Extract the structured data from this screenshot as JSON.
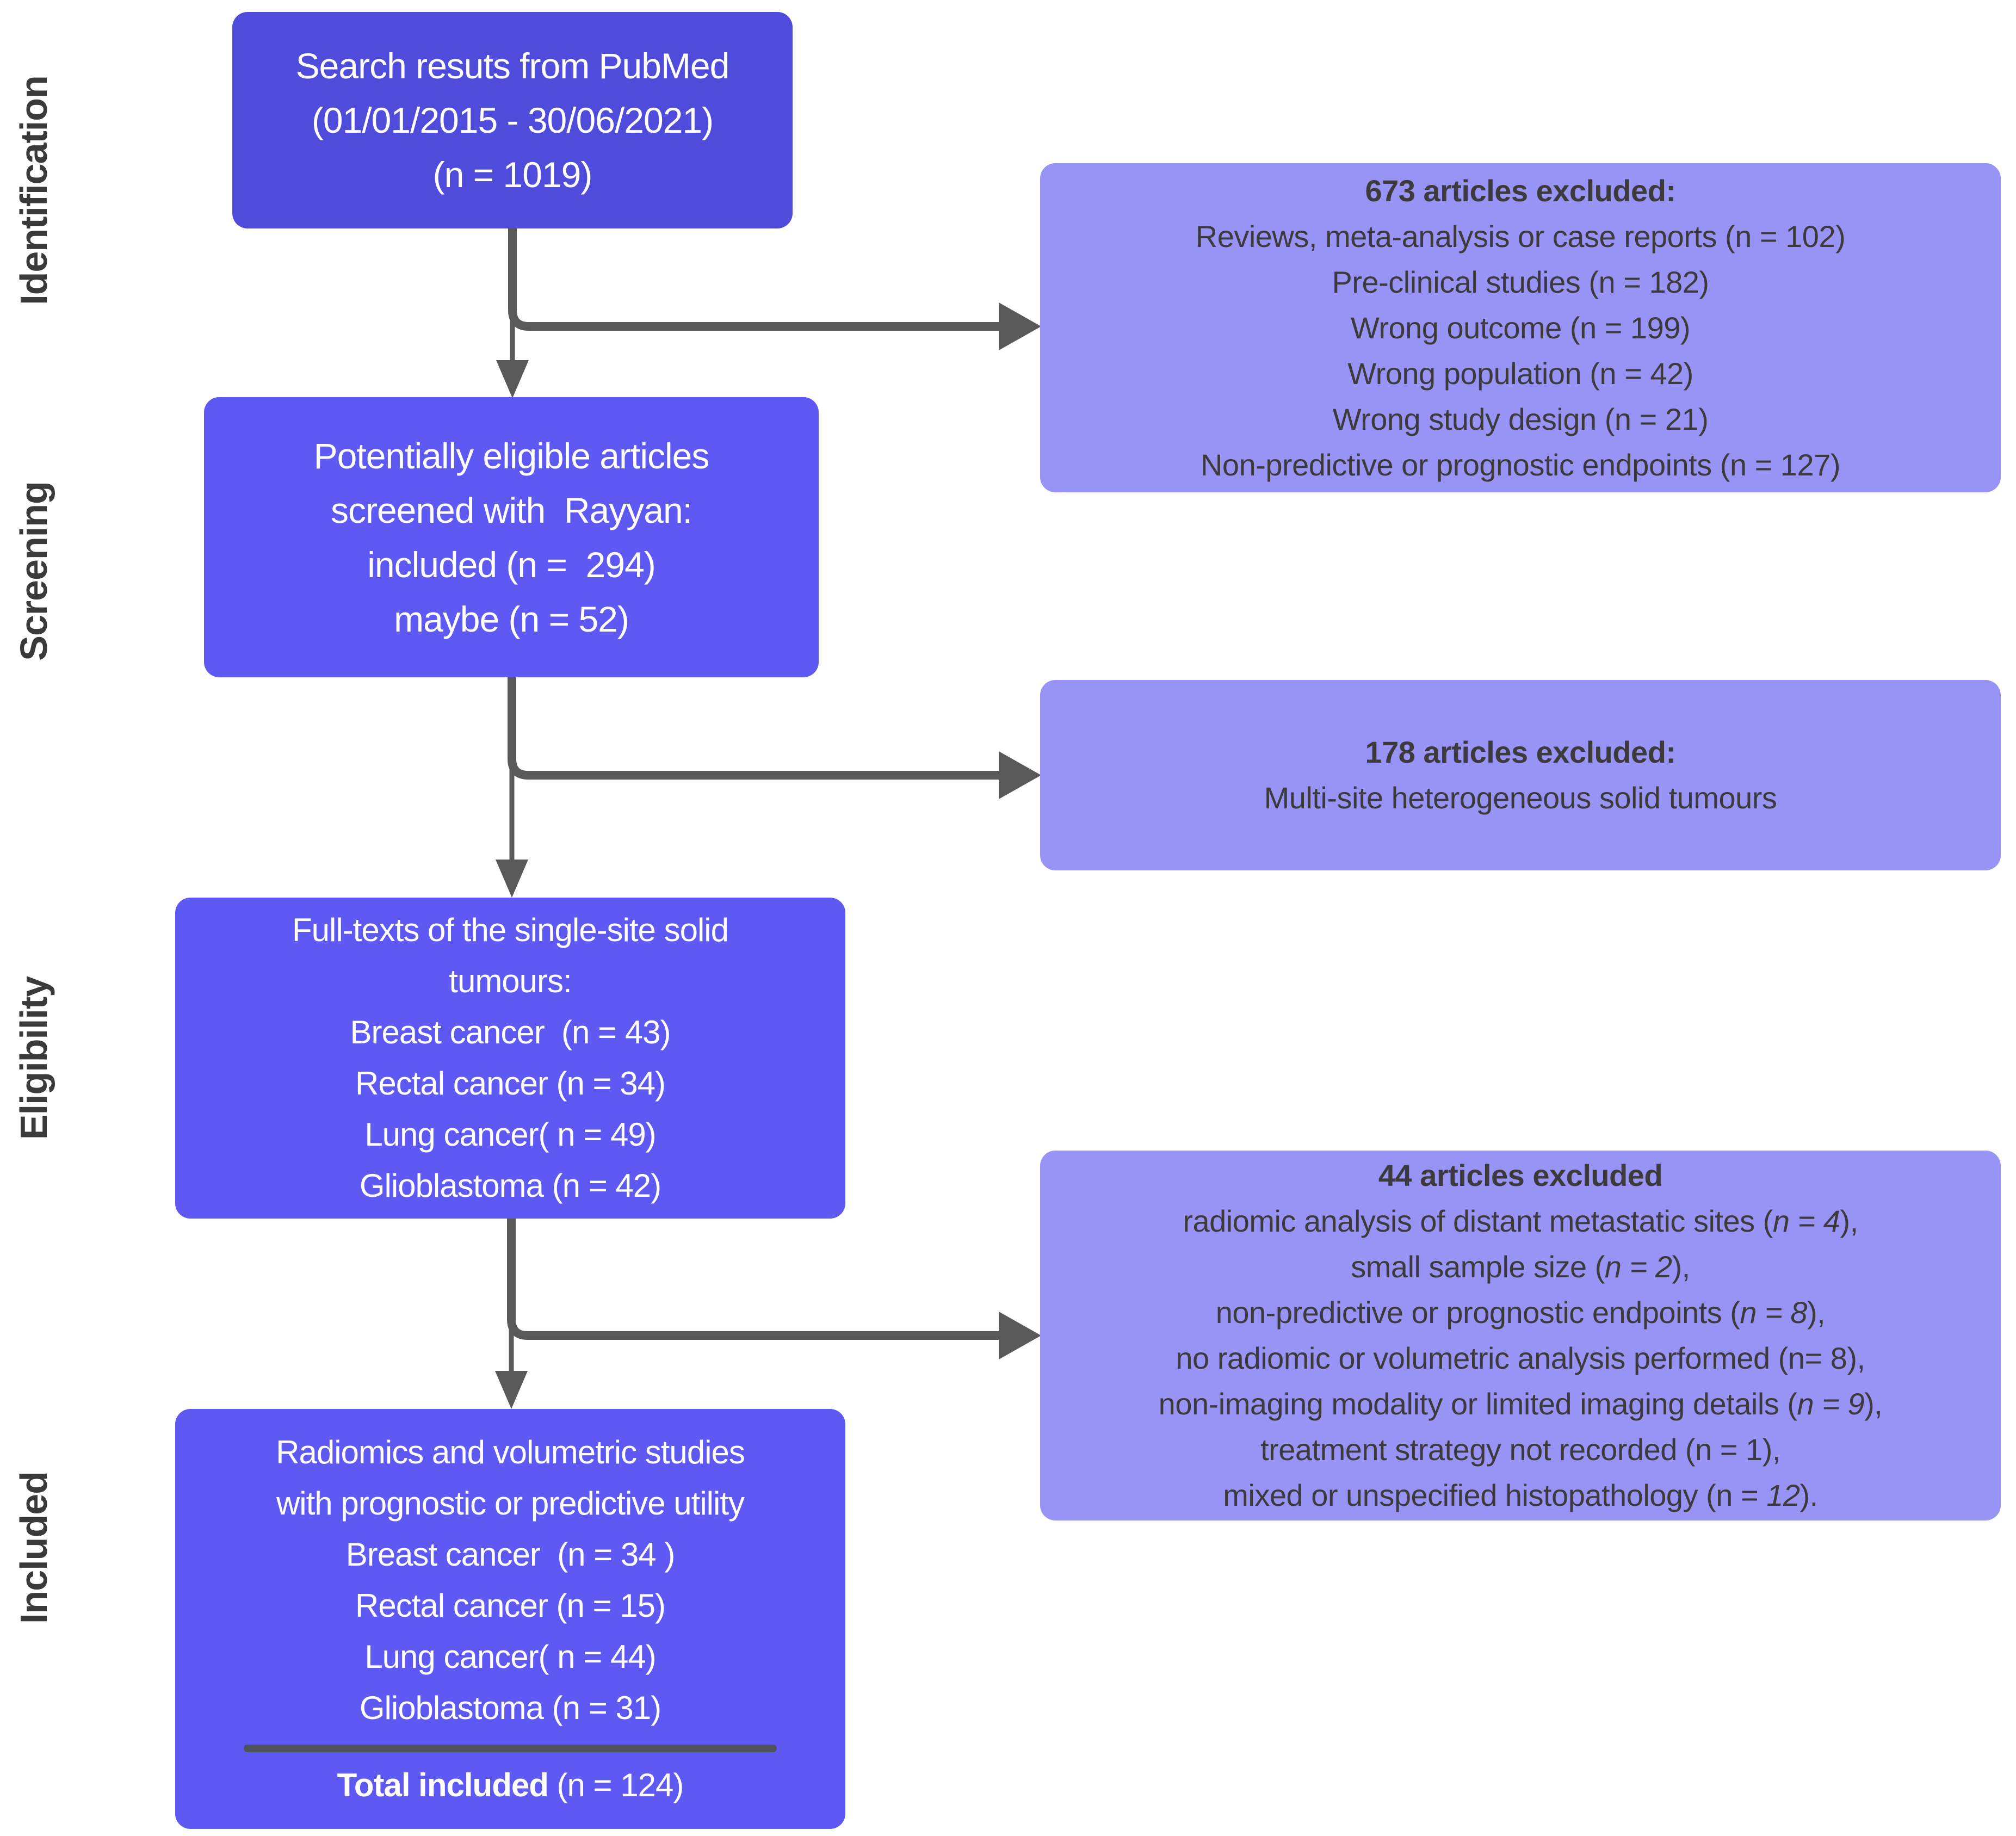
{
  "colors": {
    "box-dark": "#4f4cdb",
    "box-bright": "#5d59f2",
    "box-light": "#9794f6",
    "arrow": "#595959",
    "stage-label": "#3a3a3a",
    "excluded-text": "#3b3b3b",
    "box-text": "#ffffff",
    "divider": "#4d5358",
    "background": "#ffffff"
  },
  "stages": {
    "identification": "Identification",
    "screening": "Screening",
    "eligibility": "Eligibility",
    "included": "Included"
  },
  "boxes": {
    "search": {
      "lines": [
        "Search resuts from PubMed",
        "(01/01/2015 - 30/06/2021)",
        "(n = 1019)"
      ]
    },
    "screening": {
      "lines": [
        "Potentially eligible articles",
        "screened with  Rayyan:",
        "included (n =  294)",
        "maybe (n = 52)"
      ]
    },
    "fulltexts": {
      "lines": [
        "Full-texts of the single-site solid",
        "tumours:",
        "Breast cancer  (n = 43)",
        "Rectal cancer (n = 34)",
        "Lung cancer( n = 49)",
        "Glioblastoma (n = 42)"
      ]
    },
    "included": {
      "lines": [
        "Radiomics and volumetric studies",
        "with prognostic or predictive utility",
        "Breast cancer  (n = 34 )",
        "Rectal cancer (n = 15)",
        "Lung cancer( n = 44)",
        "Glioblastoma (n = 31)"
      ],
      "total": {
        "bold": "Total included",
        "rest": " (n = 124)"
      }
    }
  },
  "excluded": {
    "first": {
      "header": "673 articles excluded:",
      "lines": [
        "Reviews, meta-analysis or case reports (n = 102)",
        "Pre-clinical studies (n = 182)",
        "Wrong outcome (n = 199)",
        "Wrong population (n = 42)",
        "Wrong study design (n = 21)",
        "Non-predictive or prognostic endpoints (n = 127)"
      ]
    },
    "second": {
      "header": "178 articles excluded:",
      "lines": [
        "Multi-site heterogeneous solid tumours"
      ]
    },
    "third": {
      "header": "44 articles excluded",
      "lines": [
        {
          "pre": "radiomic analysis of distant metastatic sites (",
          "it": "n = 4",
          "post": "),"
        },
        {
          "pre": "small sample size (",
          "it": "n = 2",
          "post": "),"
        },
        {
          "pre": "non-predictive or prognostic endpoints (",
          "it": "n = 8",
          "post": "),"
        },
        {
          "pre": "no radiomic or volumetric analysis performed (n= 8),",
          "it": "",
          "post": ""
        },
        {
          "pre": "non-imaging modality or limited imaging details (",
          "it": "n = 9",
          "post": "),"
        },
        {
          "pre": "treatment strategy not recorded (n = 1),",
          "it": "",
          "post": ""
        },
        {
          "pre": "mixed or unspecified histopathology (n = ",
          "it": "12",
          "post": ")."
        }
      ]
    }
  }
}
